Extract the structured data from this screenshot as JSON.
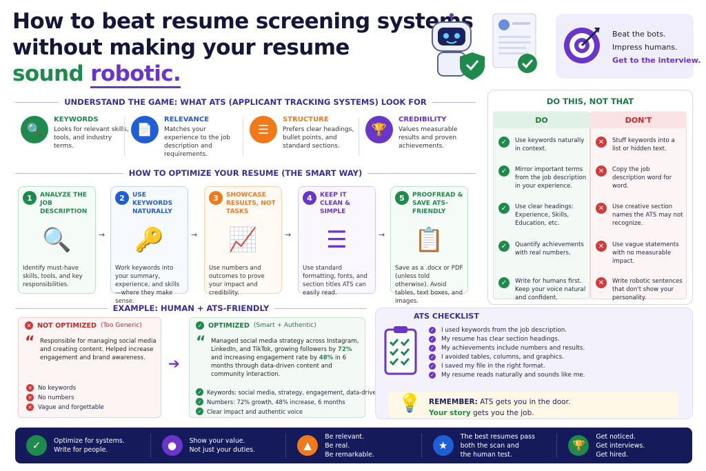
{
  "title": {
    "line1": "How to beat resume screening systems",
    "line2": "without making your resume",
    "line3a": "sound",
    "line3b": "robotic."
  },
  "tagline": {
    "l1": "Beat the bots.",
    "l2": "Impress humans.",
    "l3": "Get to the interview."
  },
  "understand": {
    "heading": "UNDERSTAND THE GAME: WHAT ATS (APPLICANT TRACKING SYSTEMS) LOOK FOR",
    "items": [
      {
        "title": "KEYWORDS",
        "desc": "Looks for relevant skills, tools, and industry terms.",
        "icon": "search-icon"
      },
      {
        "title": "RELEVANCE",
        "desc": "Matches your experience to the job description and requirements.",
        "icon": "document-icon"
      },
      {
        "title": "STRUCTURE",
        "desc": "Prefers clear headings, bullet points, and standard sections.",
        "icon": "checklist-icon"
      },
      {
        "title": "CREDIBILITY",
        "desc": "Values measurable results and proven achievements.",
        "icon": "trophy-icon"
      }
    ]
  },
  "optimize": {
    "heading": "HOW TO OPTIMIZE YOUR RESUME (THE SMART WAY)",
    "steps": [
      {
        "num": "1",
        "title": "ANALYZE THE JOB DESCRIPTION",
        "desc": "Identify must-have skills, tools, and key responsibilities.",
        "color": "#1e8a4c"
      },
      {
        "num": "2",
        "title": "USE KEYWORDS NATURALLY",
        "desc": "Work keywords into your summary, experience, and skills—where they make sense.",
        "color": "#1f5fd6"
      },
      {
        "num": "3",
        "title": "SHOWCASE RESULTS, NOT TASKS",
        "desc": "Use numbers and outcomes to prove your impact and credibility.",
        "color": "#f07a1a"
      },
      {
        "num": "4",
        "title": "KEEP IT CLEAN & SIMPLE",
        "desc": "Use standard formatting, fonts, and section titles ATS can easily read.",
        "color": "#6a35c9"
      },
      {
        "num": "5",
        "title": "PROOFREAD & SAVE ATS-FRIENDLY",
        "desc": "Save as a .docx or PDF (unless told otherwise). Avoid tables, text boxes, and images.",
        "color": "#1e8a4c"
      }
    ]
  },
  "dothis": {
    "heading": "DO THIS, NOT THAT",
    "do_label": "DO",
    "dont_label": "DON'T",
    "do": [
      "Use keywords naturally in context.",
      "Mirror important terms from the job description in your experience.",
      "Use clear headings: Experience, Skills, Education, etc.",
      "Quantify achievements with real numbers.",
      "Write for humans first. Keep your voice natural and confident."
    ],
    "dont": [
      "Stuff keywords into a list or hidden text.",
      "Copy the job description word for word.",
      "Use creative section names the ATS may not recognize.",
      "Use vague statements with no measurable impact.",
      "Write robotic sentences that don't show your personality."
    ]
  },
  "example": {
    "heading": "EXAMPLE: HUMAN + ATS-FRIENDLY",
    "bad": {
      "label": "NOT OPTIMIZED",
      "sub": "(Too Generic)",
      "quote": "Responsible for managing social media and creating content. Helped increase engagement and brand awareness.",
      "points": [
        "No keywords",
        "No numbers",
        "Vague and forgettable"
      ]
    },
    "good": {
      "label": "OPTIMIZED",
      "sub": "(Smart + Authentic)",
      "q1": "Managed social media strategy across Instagram, LinkedIn, and TikTok, growing followers by ",
      "v1": "72%",
      "q2": " and increasing engagement rate by ",
      "v2": "48%",
      "q3": " in 6 months through data-driven content and community interaction.",
      "points": [
        "Keywords: social media, strategy, engagement, data-driven",
        "Numbers: 72% growth, 48% increase, 6 months",
        "Clear impact and authentic voice"
      ]
    }
  },
  "checklist": {
    "heading": "ATS CHECKLIST",
    "items": [
      "I used keywords from the job description.",
      "My resume has clear section headings.",
      "My achievements include numbers and results.",
      "I avoided tables, columns, and graphics.",
      "I saved my file in the right format.",
      "My resume reads naturally and sounds like me."
    ],
    "remember_label": "REMEMBER:",
    "remember_text": " ATS gets you in the door.",
    "story_a": "Your story",
    "story_b": " gets you the job."
  },
  "footer": [
    {
      "l1": "Optimize for systems.",
      "l2": "Write for people.",
      "l3": "",
      "color": "#1e8a4c",
      "icon": "shield-check-icon"
    },
    {
      "l1": "Show your value.",
      "l2": "Not just your duties.",
      "l3": "",
      "color": "#6a35c9",
      "icon": "people-icon"
    },
    {
      "l1": "Be relevant.",
      "l2": "Be real.",
      "l3": "Be remarkable.",
      "color": "#f07a1a",
      "icon": "chart-icon"
    },
    {
      "l1": "The best resumes pass",
      "l2": "both the scan and",
      "l3": "the human test.",
      "color": "#1f5fd6",
      "icon": "star-icon"
    },
    {
      "l1": "Get noticed.",
      "l2": "Get interviews.",
      "l3": "Get hired.",
      "color": "#1e8a4c",
      "icon": "trophy-icon"
    }
  ]
}
